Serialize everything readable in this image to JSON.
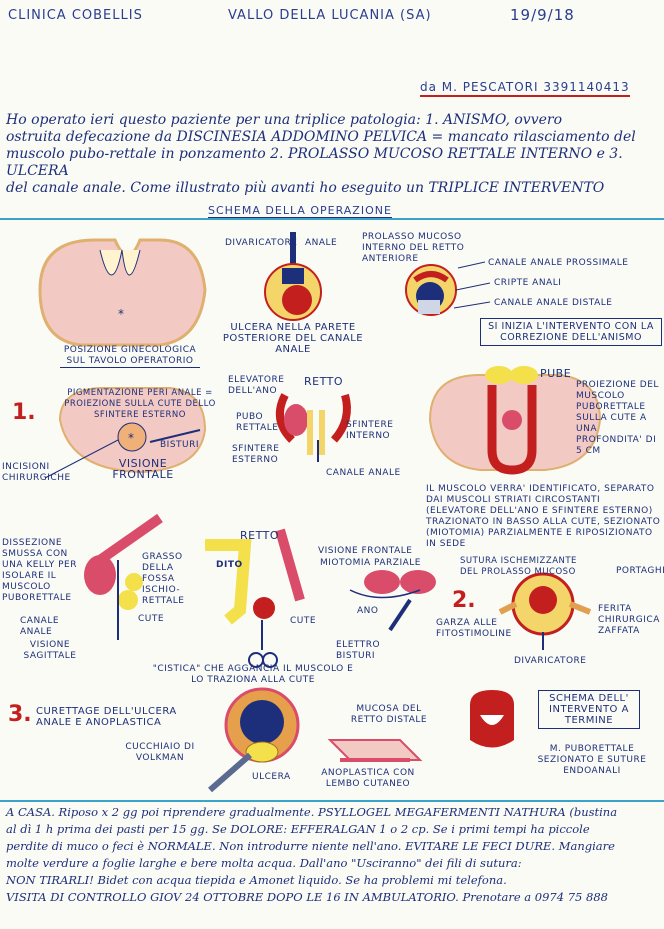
{
  "header": {
    "clinic": "CLINICA COBELLIS",
    "place": "VALLO DELLA LUCANIA (SA)",
    "date": "19/9/18",
    "from": "da M. PESCATORI 3391140413"
  },
  "intro": {
    "line1": "Ho operato ieri questo paziente per una triplice patologia: 1. ANISMO, ovvero",
    "line2": "ostruita defecazione da DISCINESIA ADDOMINO PELVICA = mancato rilasciamento del",
    "line3": "muscolo pubo-rettale in ponzamento 2. PROLASSO MUCOSO RETTALE INTERNO e 3. ULCERA",
    "line4": "del canale anale. Come illustrato più avanti ho eseguito un TRIPLICE INTERVENTO"
  },
  "schema_title": "SCHEMA DELLA OPERAZIONE",
  "row1": {
    "position_caption": "POSIZIONE GINECOLOGICA SUL TAVOLO OPERATORIO",
    "divaricatore": "DIVARICATORE",
    "anale": "ANALE",
    "ulcera_caption": "ULCERA NELLA PARETE POSTERIORE DEL CANALE ANALE",
    "prolasso_label": "PROLASSO MUCOSO INTERNO DEL RETTO ANTERIORE",
    "canale_prossimale": "CANALE ANALE PROSSIMALE",
    "cripte": "CRIPTE ANALI",
    "canale_distale": "CANALE ANALE DISTALE",
    "box_note": "SI INIZIA L'INTERVENTO CON LA CORREZIONE DELL'ANISMO"
  },
  "row2": {
    "number": "1.",
    "pigment": "PIGMENTAZIONE PERI ANALE = PROIEZIONE SULLA CUTE DELLO SFINTERE ESTERNO",
    "bisturi": "BISTURI",
    "incisioni": "INCISIONI CHIRURGICHE",
    "visione_frontale": "VISIONE FRONTALE",
    "elevatore": "ELEVATORE DELL'ANO",
    "retto": "RETTO",
    "puborettale": "PUBO RETTALE",
    "sfintere_interno": "SFINTERE INTERNO",
    "sfintere_esterno": "SFINTERE ESTERNO",
    "canale_anale": "CANALE ANALE",
    "pube": "PUBE",
    "proiezione": "PROIEZIONE DEL MUSCOLO PUBORETTALE SULLA CUTE A UNA PROFONDITA' DI 5 CM",
    "muscolo_note": "IL MUSCOLO VERRA' IDENTIFICATO, SEPARATO DAI MUSCOLI STRIATI CIRCOSTANTI (ELEVATORE DELL'ANO E SFINTERE ESTERNO) TRAZIONATO IN BASSO ALLA CUTE, SEZIONATO (MIOTOMIA) PARZIALMENTE E RIPOSIZIONATO IN SEDE"
  },
  "row3": {
    "dissezione": "DISSEZIONE SMUSSA CON UNA KELLY PER ISOLARE IL MUSCOLO PUBORETTALE",
    "grasso": "GRASSO DELLA FOSSA ISCHIO-RETTALE",
    "cute": "CUTE",
    "canale_anale": "CANALE ANALE",
    "visione_sagittale": "VISIONE SAGITTALE",
    "retto": "RETTO",
    "dito": "DITO",
    "cute2": "CUTE",
    "cistica": "\"CISTICA\" CHE AGGANCIA IL MUSCOLO E LO TRAZIONA ALLA CUTE",
    "visione_frontale": "VISIONE FRONTALE",
    "miotomia": "MIOTOMIA PARZIALE",
    "ano": "ANO",
    "elettrobisturi": "ELETTRO BISTURI",
    "sutura": "SUTURA ISCHEMIZZANTE DEL PROLASSO MUCOSO",
    "portaghi": "PORTAGHI",
    "number2": "2.",
    "garza": "GARZA ALLE FITOSTIMOLINE",
    "ferita": "FERITA CHIRURGICA ZAFFATA",
    "divaricatore": "DIVARICATORE"
  },
  "row4": {
    "number": "3.",
    "curettage": "CURETTAGE DELL'ULCERA ANALE E ANOPLASTICA",
    "cucchiaio": "CUCCHIAIO DI VOLKMAN",
    "ulcera": "ULCERA",
    "mucosa": "MUCOSA DEL RETTO DISTALE",
    "anoplastica": "ANOPLASTICA CON LEMBO CUTANEO",
    "schema_box": "SCHEMA DELL' INTERVENTO A TERMINE",
    "puborettale": "M. PUBORETTALE SEZIONATO E SUTURE ENDOANALI"
  },
  "home_notes": {
    "line1": "A CASA. Riposo x 2 gg poi riprendere gradualmente. PSYLLOGEL MEGAFERMENTI NATHURA (bustina",
    "line2": "al dì 1 h prima dei pasti per 15 gg. Se DOLORE: EFFERALGAN 1 o 2 cp. Se i primi tempi ha piccole",
    "line3": "perdite di muco o feci è NORMALE. Non introdurre niente nell'ano. EVITARE LE FECI DURE. Mangiare",
    "line4": "molte verdure a foglie larghe e bere molta acqua. Dall'ano \"Usciranno\" dei fili di sutura:",
    "line5": "NON TIRARLI! Bidet con acqua tiepida e Amonet liquido. Se ha problemi mi telefona.",
    "line6": "VISITA DI CONTROLLO GIOV 24 OTTOBRE DOPO LE 16 IN AMBULATORIO. Prenotare a 0974 75 888"
  }
}
